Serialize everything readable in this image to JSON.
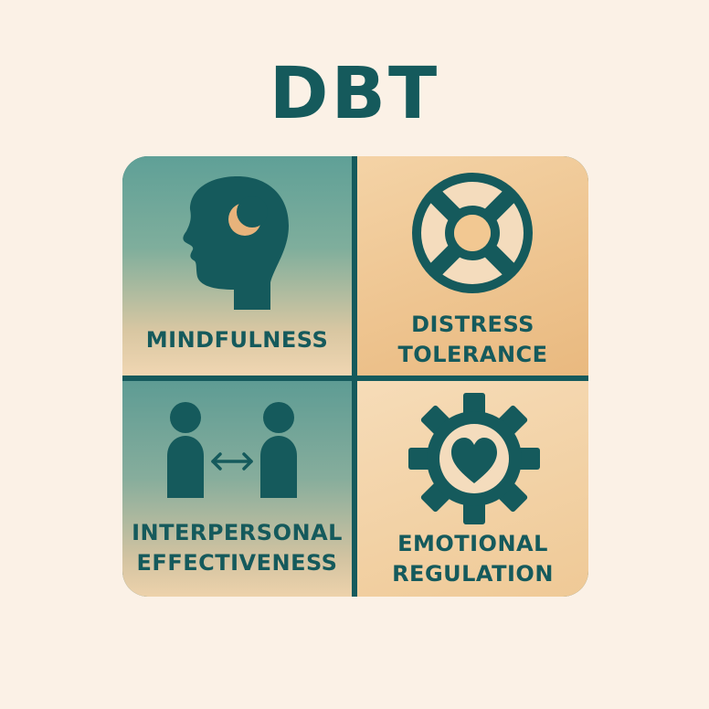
{
  "title": "DBT",
  "quadrants": [
    {
      "key": "mindfulness",
      "lines": [
        "MINDFULNESS"
      ],
      "icon": "head-moon-icon"
    },
    {
      "key": "distress-tolerance",
      "lines": [
        "DISTRESS",
        "TOLERANCE"
      ],
      "icon": "lifebuoy-icon"
    },
    {
      "key": "interpersonal-effectiveness",
      "lines": [
        "INTERPERSONAL",
        "EFFECTIVENESS"
      ],
      "icon": "two-people-arrow-icon"
    },
    {
      "key": "emotional-regulation",
      "lines": [
        "EMOTIONAL",
        "REGULATION"
      ],
      "icon": "gear-heart-icon"
    }
  ],
  "colors": {
    "primary": "#155a5c",
    "background": "#fbf1e6",
    "teal": "#5fa097",
    "orange": "#e9b97f",
    "cream": "#f4dcbd"
  }
}
